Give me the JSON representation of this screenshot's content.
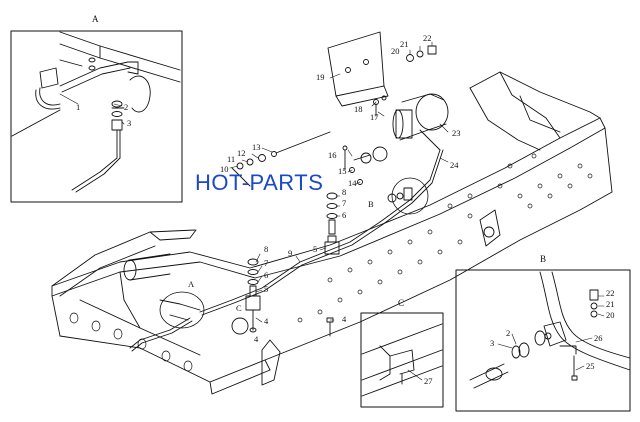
{
  "watermark": "HOT-PARTS",
  "detail_boxes": {
    "a": {
      "title": "A"
    },
    "b": {
      "title": "B"
    },
    "c": {
      "title": "C"
    }
  },
  "part_labels": {
    "box_a": {
      "p1": "1",
      "p2": "2",
      "p3": "3"
    },
    "box_b": {
      "p2": "2",
      "p3": "3",
      "p20": "20",
      "p21": "21",
      "p22": "22",
      "p25": "25",
      "p26": "26"
    },
    "box_c": {
      "p27": "27"
    },
    "main": {
      "p4a": "4",
      "p4b": "4",
      "p4c": "4",
      "p5a": "5",
      "p5b": "5",
      "p6a": "6",
      "p6b": "6",
      "p7a": "7",
      "p7b": "7",
      "p8a": "8",
      "p8b": "8",
      "p9": "9",
      "p10": "10",
      "p11": "11",
      "p12": "12",
      "p13": "13",
      "p14": "14",
      "p15": "15",
      "p16": "16",
      "p17": "17",
      "p18": "18",
      "p19": "19",
      "p20": "20",
      "p21": "21",
      "p22": "22",
      "p23": "23",
      "p24": "24",
      "refA": "A",
      "refB": "B",
      "refC": "C"
    }
  }
}
